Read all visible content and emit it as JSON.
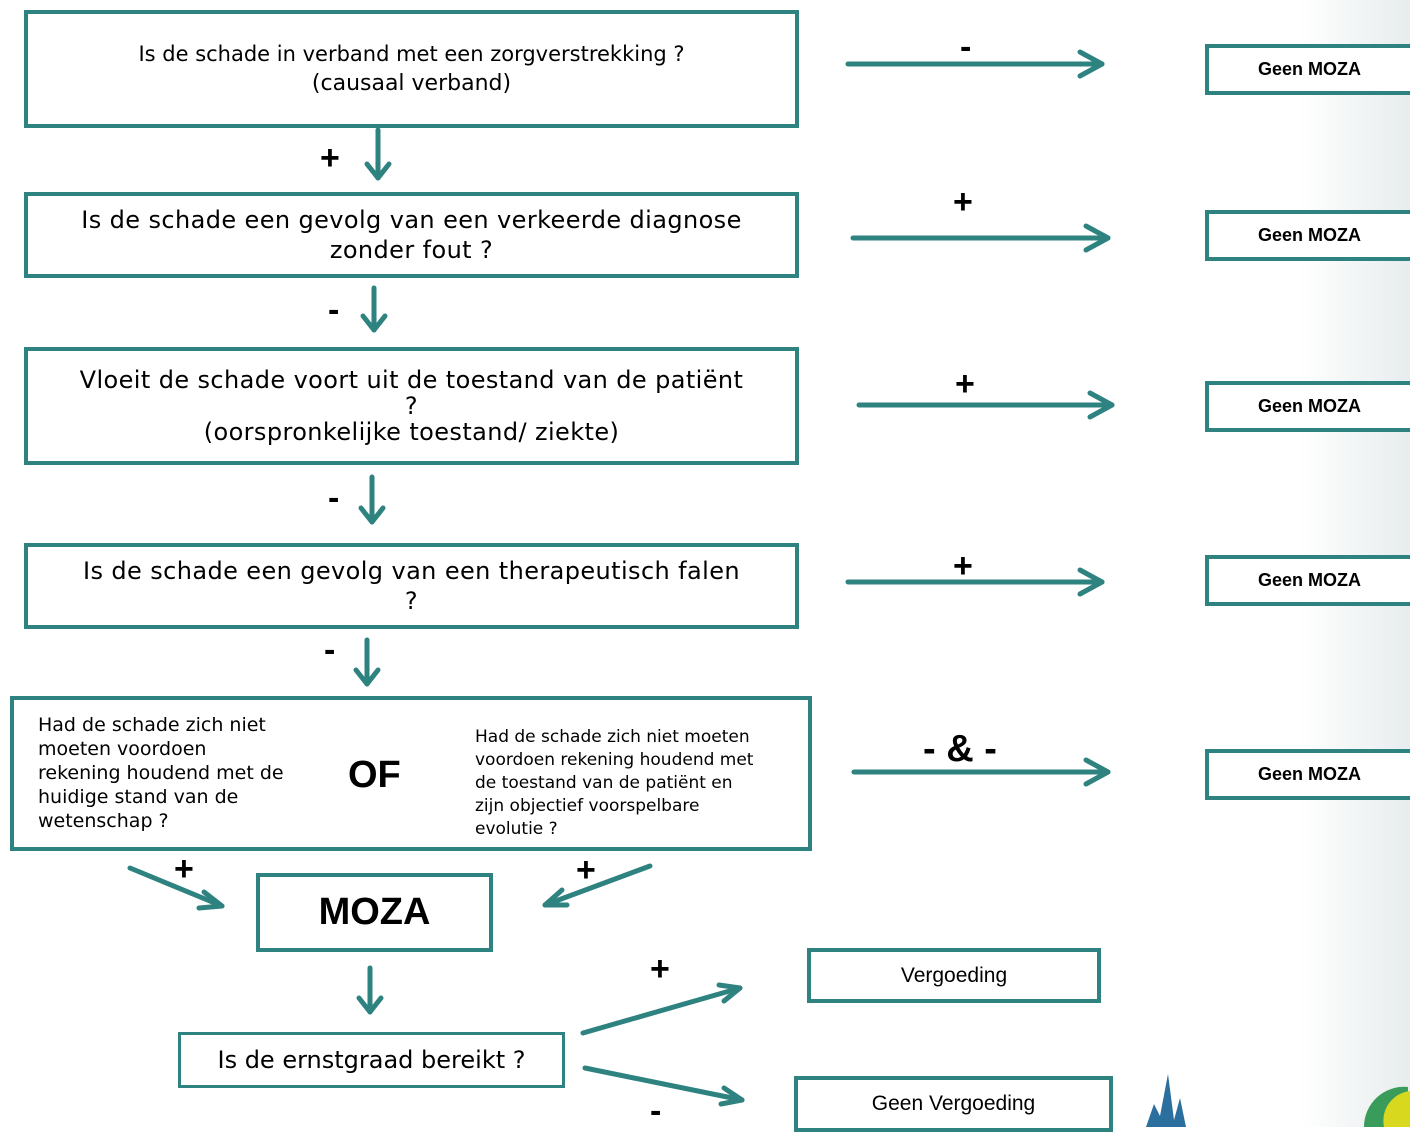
{
  "q1": {
    "line1": "Is de schade in verband met een zorgverstrekking ?",
    "line2": "(causaal verband)"
  },
  "q2": {
    "line1": "Is de schade een gevolg van een verkeerde diagnose",
    "line2": "zonder fout  ?"
  },
  "q3": {
    "line1": "Vloeit de schade voort uit de toestand van de patiënt",
    "line2": "?",
    "line3": "(oorspronkelijke toestand/ ziekte)"
  },
  "q4": {
    "line1": "Is de schade een gevolg van een therapeutisch falen",
    "line2": "?"
  },
  "q5": {
    "left": [
      "Had de schade zich niet",
      "moeten voordoen",
      "rekening houdend met de",
      "huidige stand van de",
      "wetenschap ?"
    ],
    "connector": "OF",
    "right": [
      "Had de schade zich niet moeten",
      "voordoen rekening houdend met",
      "de toestand van de patiënt en",
      "zijn objectief voorspelbare",
      "evolutie ?"
    ]
  },
  "results": [
    "Geen MOZA",
    "Geen MOZA",
    "Geen MOZA",
    "Geen MOZA",
    "Geen MOZA"
  ],
  "side_signs": [
    "-",
    "+",
    "+",
    "+",
    "- & -"
  ],
  "down_signs": [
    "+",
    "-",
    "-",
    "-"
  ],
  "moza": "MOZA",
  "moza_signs": {
    "left": "+",
    "right": "+"
  },
  "severity": "Is de ernstgraad bereikt ?",
  "outcome_yes": {
    "sign": "+",
    "label": "Vergoeding"
  },
  "outcome_no": {
    "sign": "-",
    "label": "Geen Vergoeding"
  },
  "colors": {
    "accent": "#2e8380"
  }
}
